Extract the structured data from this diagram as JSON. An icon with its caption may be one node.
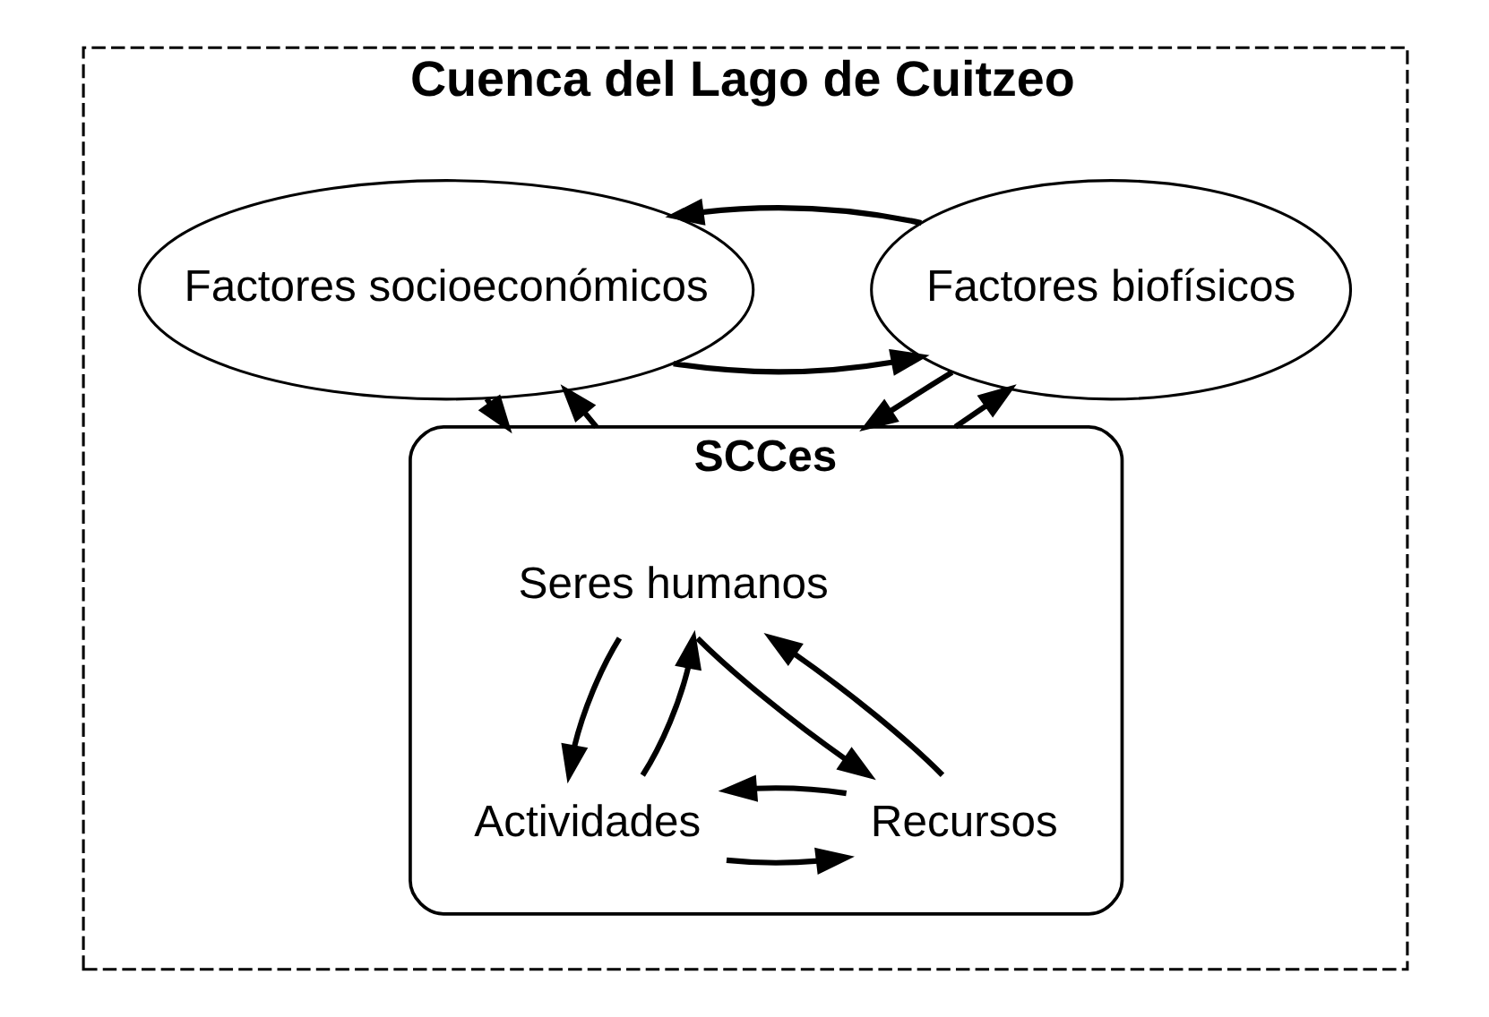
{
  "diagram": {
    "nodes": [
      {
        "text": [
          "Cuenca del Lago de Cuitzeo"
        ]
      },
      {
        "text": [
          "Factores biofísicos"
        ],
        "in": 0
      },
      {
        "text": [
          "Factores socioeconómicos"
        ],
        "in": 0
      },
      {
        "text": [
          "SCCes"
        ],
        "in": 0
      },
      {
        "text": [
          "Seres humanos"
        ],
        "in": 3
      },
      {
        "text": [
          "Actividades"
        ],
        "in": 3
      },
      {
        "text": [
          "Recursos"
        ],
        "in": 3
      }
    ],
    "edges": [
      {
        "from": 2,
        "to": 1,
        "arrow": "to"
      },
      {
        "from": 1,
        "to": 2,
        "arrow": "to"
      },
      {
        "from": 1,
        "to": 3,
        "arrow": "to"
      },
      {
        "from": 3,
        "to": 1,
        "arrow": "to"
      },
      {
        "from": 2,
        "to": 3,
        "arrow": "to"
      },
      {
        "from": 3,
        "to": 2,
        "arrow": "to"
      },
      {
        "from": 4,
        "to": 5,
        "arrow": "to"
      },
      {
        "from": 5,
        "to": 4,
        "arrow": "to"
      },
      {
        "from": 4,
        "to": 6,
        "arrow": "to"
      },
      {
        "from": 6,
        "to": 4,
        "arrow": "to"
      },
      {
        "from": 5,
        "to": 6,
        "arrow": "to"
      },
      {
        "from": 6,
        "to": 5,
        "arrow": "to"
      }
    ]
  }
}
